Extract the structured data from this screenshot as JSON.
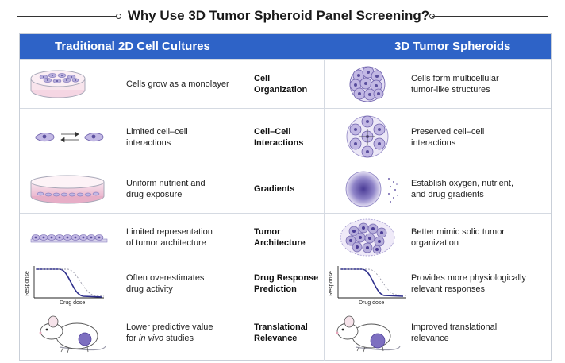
{
  "title": "Why Use 3D Tumor Spheroid Panel Screening?",
  "columns": {
    "left": "Traditional 2D Cell Cultures",
    "right": "3D Tumor Spheroids"
  },
  "rows": [
    {
      "criterion": [
        "Cell",
        "Organization"
      ],
      "left": [
        "Cells grow as a monolayer"
      ],
      "right": [
        "Cells form multicellular",
        "tumor-like structures"
      ]
    },
    {
      "criterion": [
        "Cell–Cell",
        "Interactions"
      ],
      "left": [
        "Limited cell–cell",
        "interactions"
      ],
      "right": [
        "Preserved cell–cell",
        "interactions"
      ]
    },
    {
      "criterion": [
        "Gradients"
      ],
      "left": [
        "Uniform nutrient and",
        "drug exposure"
      ],
      "right": [
        "Establish oxygen, nutrient,",
        "and drug gradients"
      ]
    },
    {
      "criterion": [
        "Tumor",
        "Architecture"
      ],
      "left": [
        "Limited representation",
        "of tumor architecture"
      ],
      "right": [
        "Better mimic solid tumor",
        "organization"
      ]
    },
    {
      "criterion": [
        "Drug Response",
        "Prediction"
      ],
      "left": [
        "Often overestimates",
        "drug activity"
      ],
      "right": [
        "Provides more physiologically",
        "relevant responses"
      ]
    },
    {
      "criterion": [
        "Translational",
        "Relevance"
      ],
      "left": [
        "Lower predictive value",
        "for in vivo studies"
      ],
      "left_italic": "in vivo",
      "right": [
        "Improved translational",
        "relevance"
      ]
    }
  ],
  "plot_labels": {
    "x": "Drug dose",
    "y": "Response"
  },
  "colors": {
    "header": "#2e63c7",
    "cell": "#b7aedb",
    "nucleus": "#5b4f9e",
    "dish": "#f5d6e3"
  }
}
